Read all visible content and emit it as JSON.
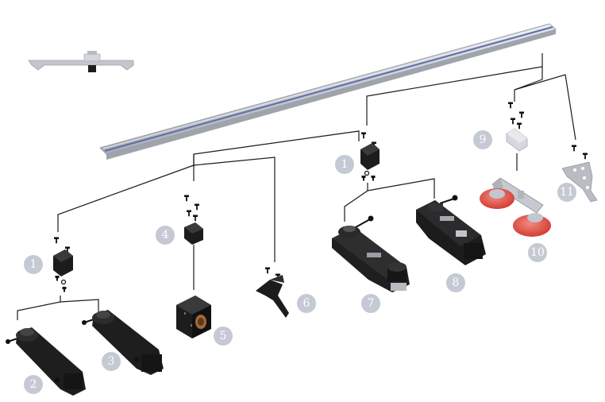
{
  "callouts": [
    {
      "id": "c1a",
      "label": "1"
    },
    {
      "id": "c1b",
      "label": "1"
    },
    {
      "id": "c2",
      "label": "2"
    },
    {
      "id": "c3",
      "label": "3"
    },
    {
      "id": "c4",
      "label": "4"
    },
    {
      "id": "c5",
      "label": "5"
    },
    {
      "id": "c6",
      "label": "6"
    },
    {
      "id": "c7",
      "label": "7"
    },
    {
      "id": "c8",
      "label": "8"
    },
    {
      "id": "c9",
      "label": "9"
    },
    {
      "id": "c10",
      "label": "10"
    },
    {
      "id": "c11",
      "label": "11"
    }
  ],
  "colors": {
    "callout_fill": "#c4c9d4",
    "callout_text": "#ffffff",
    "rail_body": "#c9ccd2",
    "rail_groove": "#5c6ea8",
    "part_black": "#1c1c1c",
    "suction_red": "#e5544a",
    "bracket_gray": "#b5b8c0",
    "connector_line": "#1a1a1a"
  }
}
